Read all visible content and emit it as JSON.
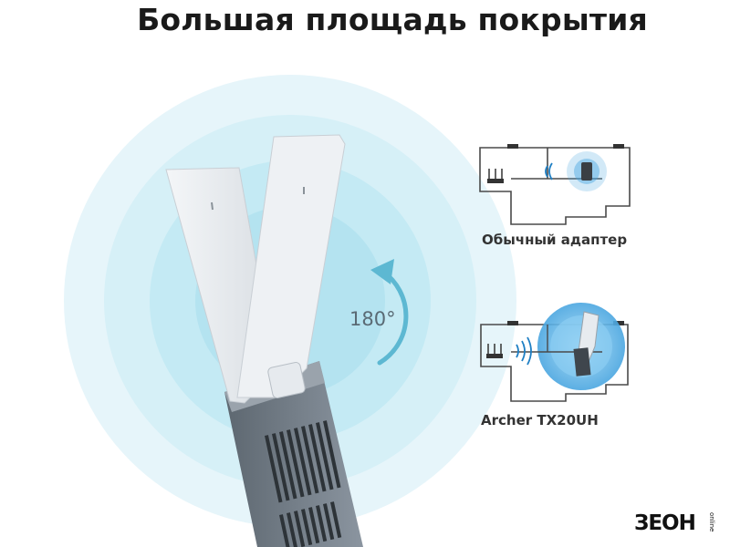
{
  "header": {
    "title": "Большая площадь покрытия"
  },
  "device": {
    "rotation_label": "180°"
  },
  "comparison": {
    "regular": {
      "caption": "Обычный адаптер"
    },
    "archer": {
      "caption": "Archer TX20UH"
    }
  },
  "watermark": {
    "brand": "ЗЕОН",
    "sub": "online"
  },
  "colors": {
    "coverage": "#bfe8f2",
    "arrow": "#5db8d2",
    "plan_line": "#4a4a4a",
    "signal": "#1e7fc4"
  }
}
